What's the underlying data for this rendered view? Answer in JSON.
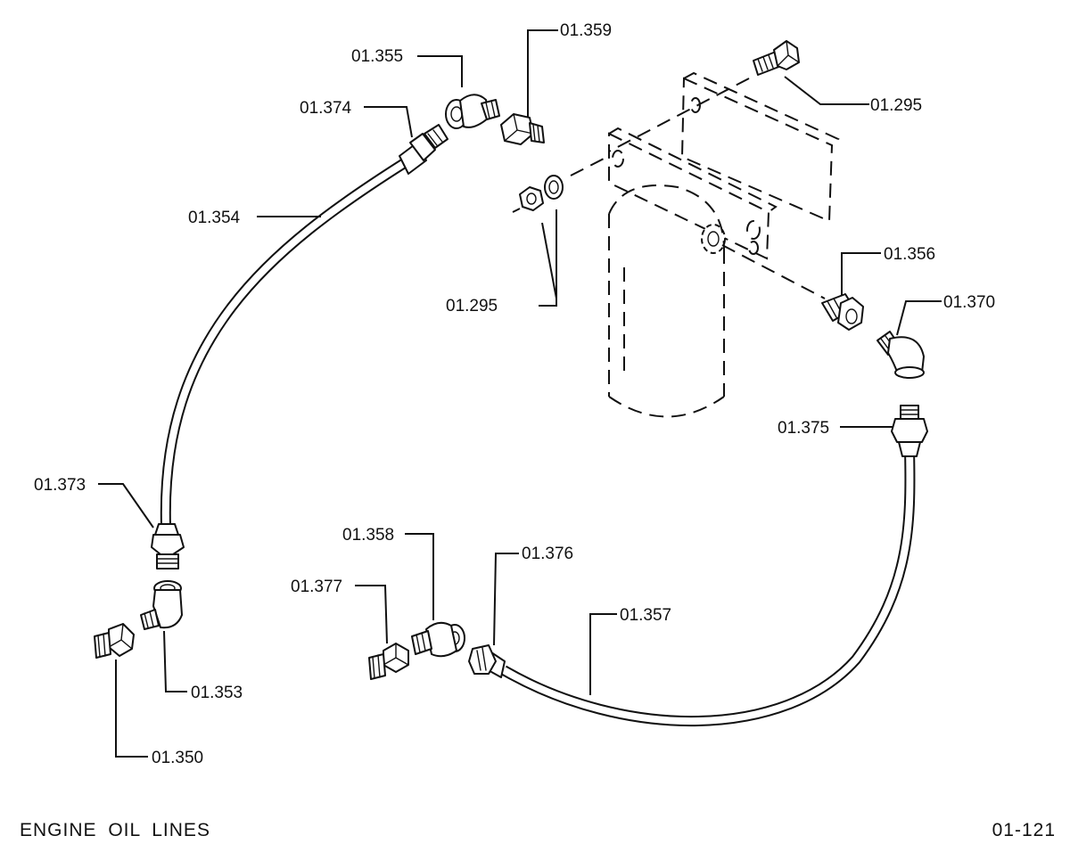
{
  "callouts": {
    "p01_359": "01.359",
    "p01_355": "01.355",
    "p01_374": "01.374",
    "p01_295_bolt": "01.295",
    "p01_354": "01.354",
    "p01_295_nut": "01.295",
    "p01_356": "01.356",
    "p01_370": "01.370",
    "p01_375": "01.375",
    "p01_373": "01.373",
    "p01_358": "01.358",
    "p01_376": "01.376",
    "p01_377": "01.377",
    "p01_357": "01.357",
    "p01_353": "01.353",
    "p01_350": "01.350"
  },
  "caption": {
    "title": "ENGINE OIL LINES",
    "page": "01-121"
  }
}
